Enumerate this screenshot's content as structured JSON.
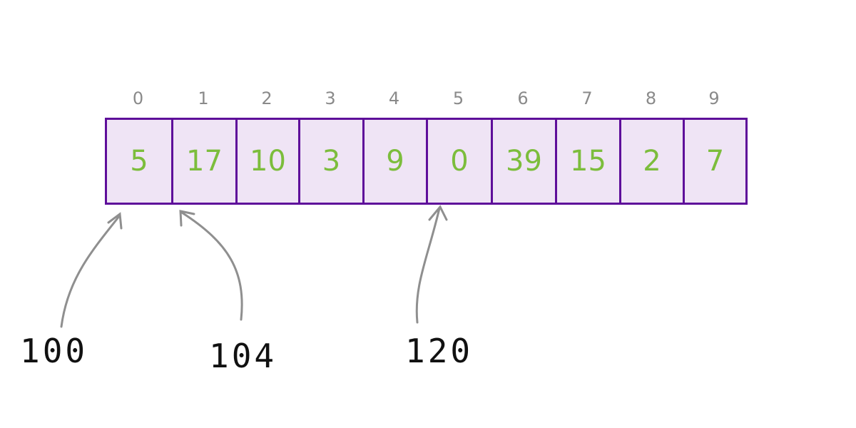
{
  "array": {
    "indices": [
      "0",
      "1",
      "2",
      "3",
      "4",
      "5",
      "6",
      "7",
      "8",
      "9"
    ],
    "values": [
      "5",
      "17",
      "10",
      "3",
      "9",
      "0",
      "39",
      "15",
      "2",
      "7"
    ]
  },
  "addresses": [
    {
      "label": "100",
      "points_to_index": 0
    },
    {
      "label": "104",
      "points_to_index": 1
    },
    {
      "label": "120",
      "points_to_index": 5
    }
  ],
  "colors": {
    "border": "#5e0e9a",
    "cell_fill": "#efe4f5",
    "value": "#7cbd3c",
    "index": "#8a8a8a",
    "arrow": "#8f8f8f"
  }
}
